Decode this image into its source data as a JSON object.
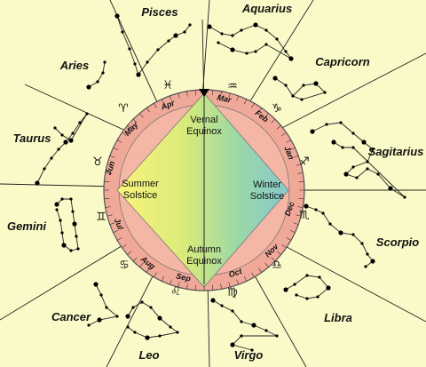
{
  "signs": [
    {
      "key": "pisces",
      "name": "Pisces",
      "glyph": "♓"
    },
    {
      "key": "aquarius",
      "name": "Aquarius",
      "glyph": "♒"
    },
    {
      "key": "capricorn",
      "name": "Capricorn",
      "glyph": "♑"
    },
    {
      "key": "sagittarius",
      "name": "Sagitarius",
      "glyph": "♐"
    },
    {
      "key": "scorpio",
      "name": "Scorpio",
      "glyph": "♏"
    },
    {
      "key": "libra",
      "name": "Libra",
      "glyph": "♎"
    },
    {
      "key": "virgo",
      "name": "Virgo",
      "glyph": "♍"
    },
    {
      "key": "leo",
      "name": "Leo",
      "glyph": "♌"
    },
    {
      "key": "cancer",
      "name": "Cancer",
      "glyph": "♋"
    },
    {
      "key": "gemini",
      "name": "Gemini",
      "glyph": "♊"
    },
    {
      "key": "taurus",
      "name": "Taurus",
      "glyph": "♉"
    },
    {
      "key": "aries",
      "name": "Aries",
      "glyph": "♈"
    }
  ],
  "months": [
    "Mar",
    "Feb",
    "Jan",
    "Dec",
    "Nov",
    "Oct",
    "Sep",
    "Aug",
    "Jul",
    "Jun",
    "May",
    "Apr"
  ],
  "seasons": {
    "vernal": [
      "Vernal",
      "Equinox"
    ],
    "winter": [
      "Winter",
      "Solstice"
    ],
    "autumn": [
      "Autumn",
      "Equinox"
    ],
    "summer": [
      "Summer",
      "Solstice"
    ]
  },
  "colors": {
    "background": "#fafac8",
    "ring": "#f0a898",
    "pointer": "#000000"
  }
}
